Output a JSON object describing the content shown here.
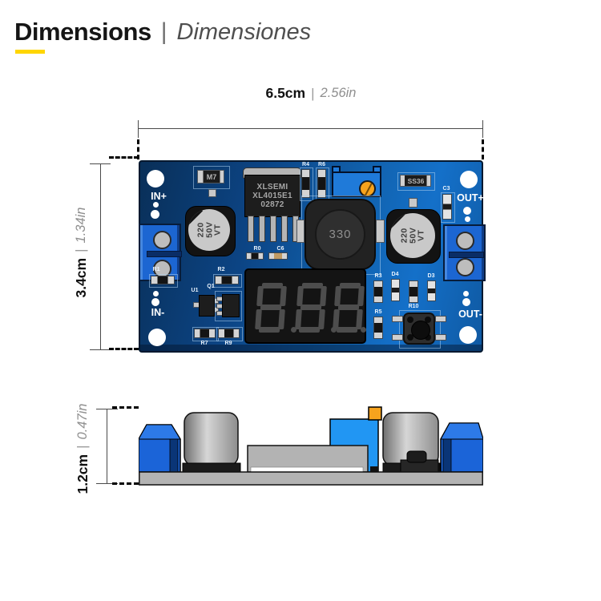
{
  "header": {
    "title": "Dimensions",
    "divider": "|",
    "subtitle": "Dimensiones"
  },
  "dimensions": {
    "separator": "|",
    "width": {
      "metric": "6.5cm",
      "imperial": "2.56in"
    },
    "height": {
      "metric": "3.4cm",
      "imperial": "1.34in"
    },
    "depth": {
      "metric": "1.2cm",
      "imperial": "0.47in"
    }
  },
  "pcb": {
    "terminals": {
      "in_plus": "IN+",
      "in_minus": "IN-",
      "out_plus": "OUT+",
      "out_minus": "OUT-"
    },
    "ic": {
      "line1": "XLSEMI",
      "line2": "XL4015E1",
      "line3": "02872"
    },
    "capacitor": {
      "line1": "220",
      "line2": "50V",
      "line3": "VT"
    },
    "inductor_value": "330",
    "diode_m7": "M7",
    "diode_ss36": "SS36",
    "refs": {
      "r0": "R0",
      "r1": "R1",
      "r2": "R2",
      "r3": "R3",
      "r4": "R4",
      "r5": "R5",
      "r6": "R6",
      "r7": "R7",
      "r9": "R9",
      "r10": "R10",
      "u1": "U1",
      "q1": "Q1",
      "c3": "C3",
      "c6": "C6",
      "d3": "D3",
      "d4": "D4"
    }
  },
  "colors": {
    "accent_yellow": "#ffd600",
    "pcb_blue_dark": "#092f58",
    "pcb_blue_light": "#1470c9",
    "terminal_blue": "#1c66d2",
    "trimpot_blue": "#2196f3",
    "screw_orange": "#f7a31d"
  }
}
